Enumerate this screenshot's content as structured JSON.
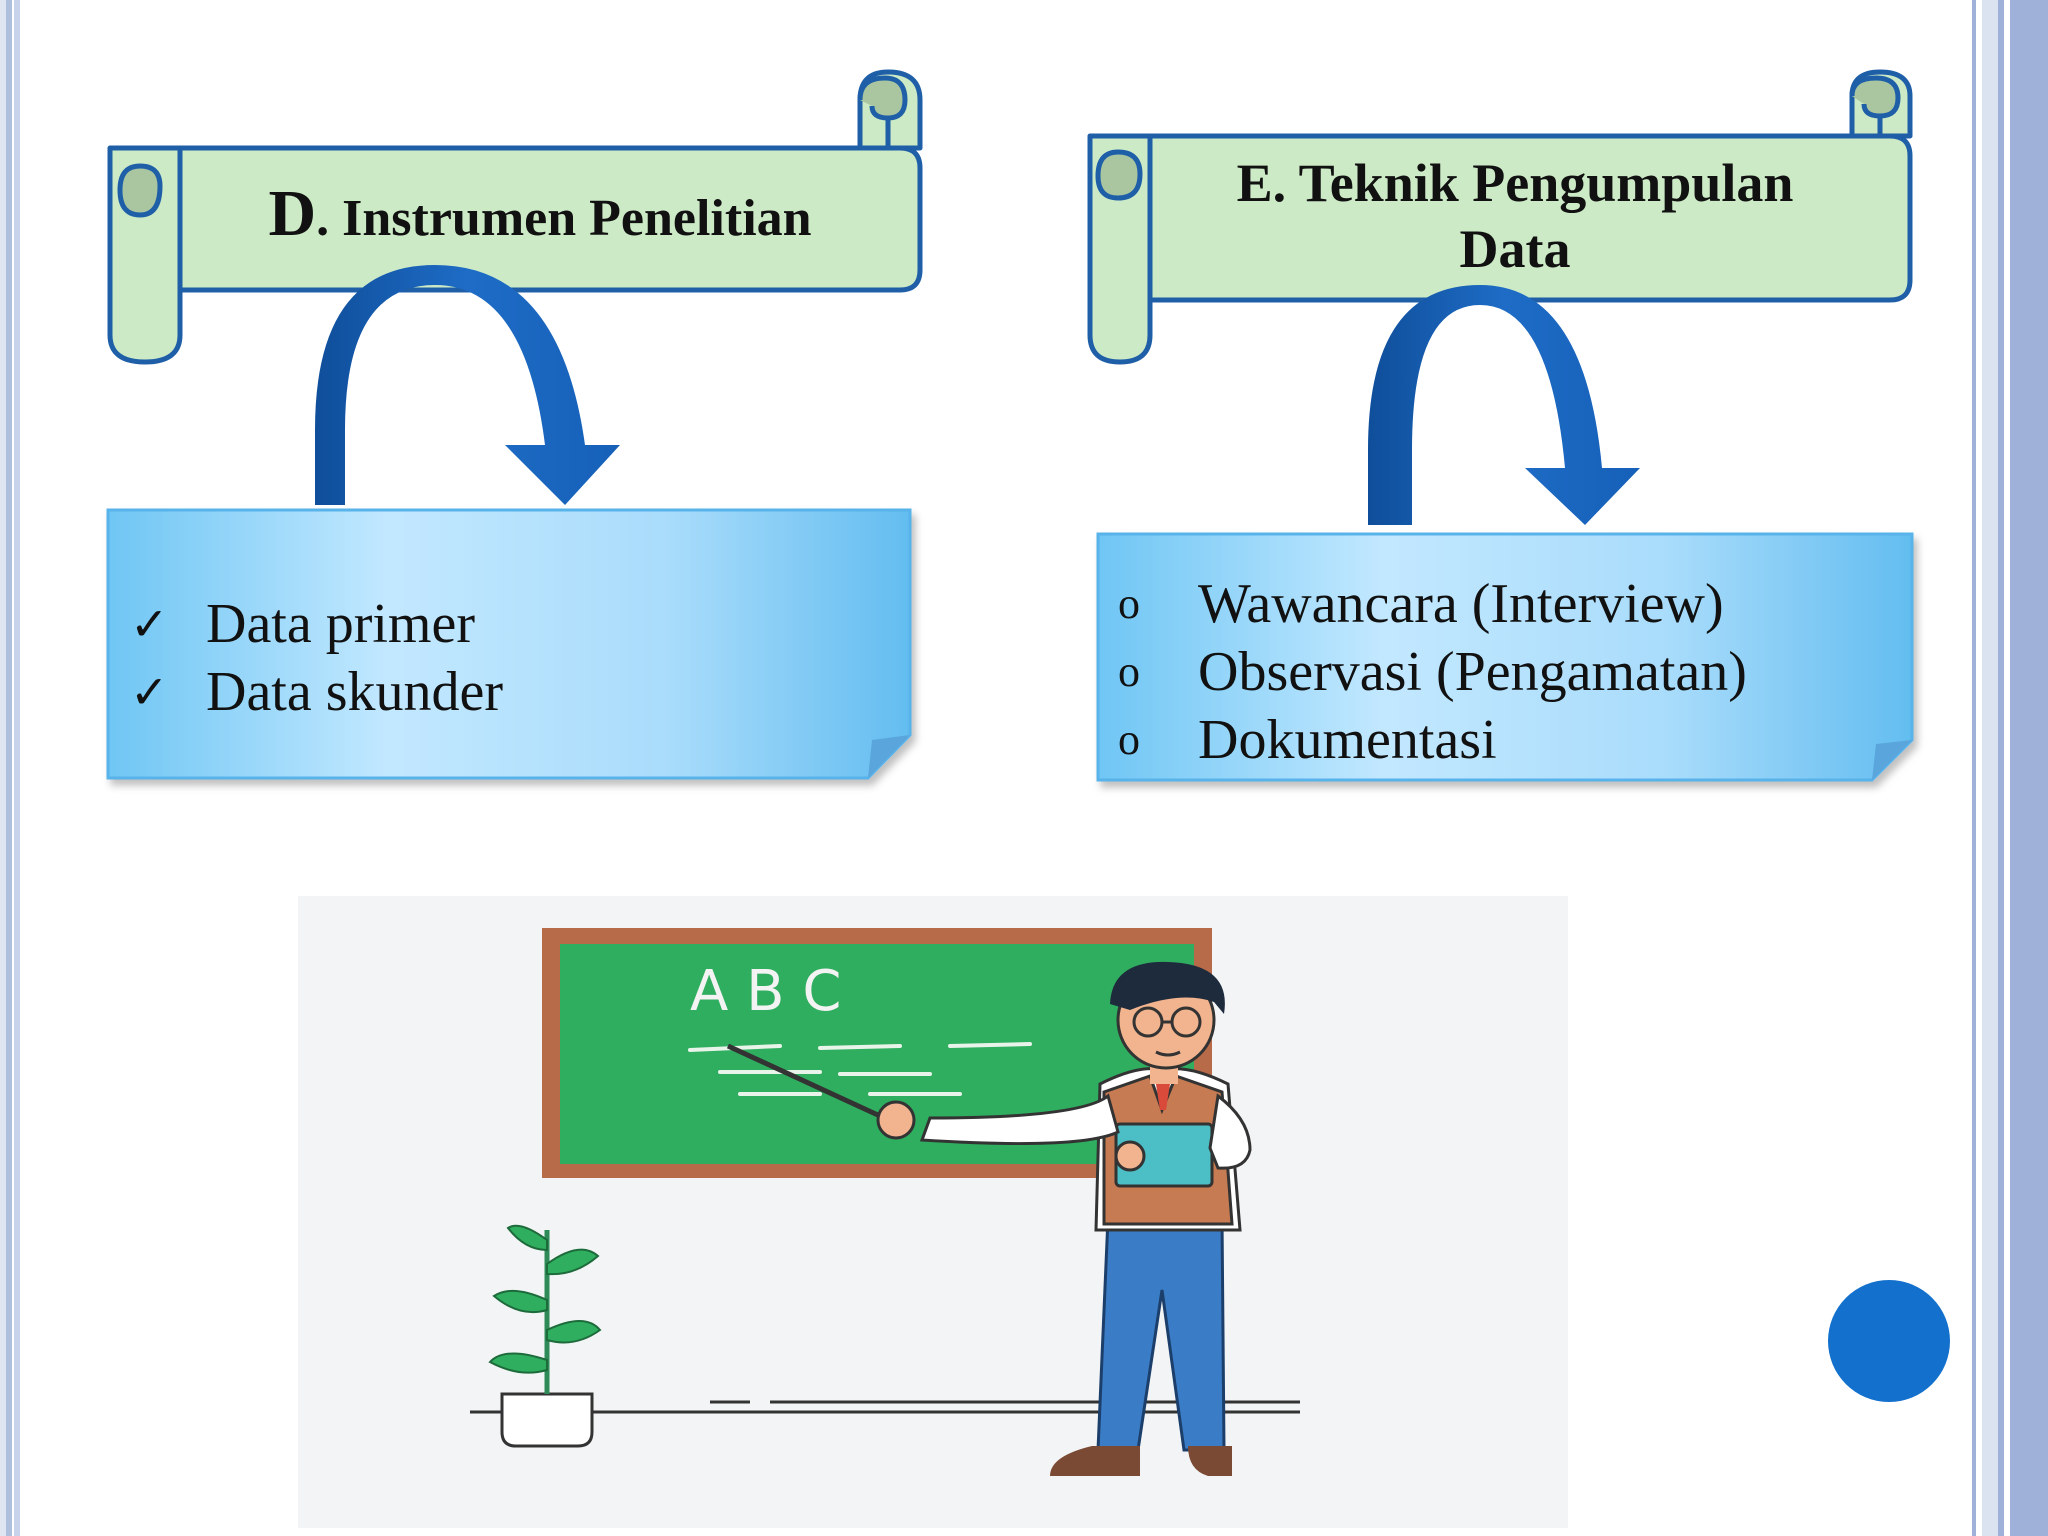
{
  "slide": {
    "left_title": {
      "letter": "D",
      "rest": ". Instrumen Penelitian"
    },
    "right_title": {
      "line1": "E. Teknik Pengumpulan",
      "line2": "Data"
    },
    "left_list": {
      "marker": "✓",
      "items": [
        "Data primer",
        "Data skunder"
      ]
    },
    "right_list": {
      "marker": "o",
      "items": [
        "Wawancara (Interview)",
        "Observasi (Pengamatan)",
        "Dokumentasi"
      ]
    },
    "illustration": {
      "board_letters": "A B C"
    }
  },
  "colors": {
    "banner_fill": "#cdeac6",
    "banner_curl": "#a9c6a0",
    "banner_stroke": "#1f5fa8",
    "arrow": "#1660b8",
    "note_fill_light": "#d6f0ff",
    "note_fill_dark": "#6cc3f4",
    "board": "#2fae5f",
    "board_frame": "#b86b48",
    "accent_dot": "#1371cd"
  }
}
